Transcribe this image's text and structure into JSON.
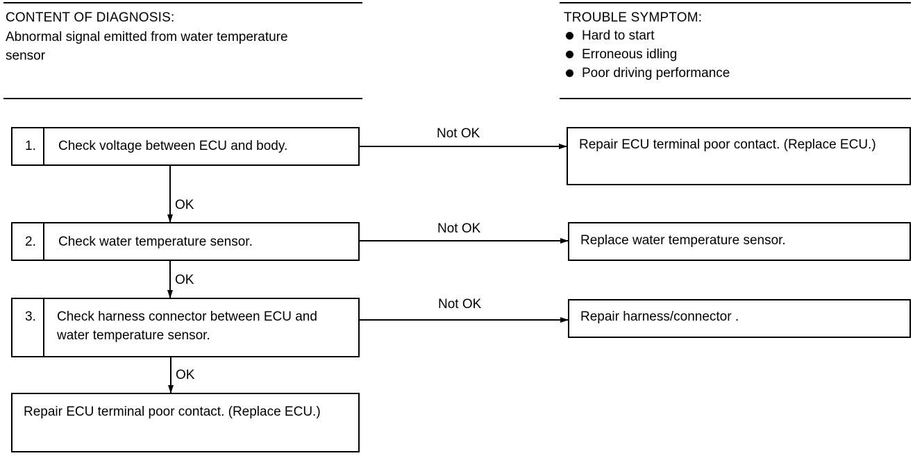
{
  "diagnosis": {
    "title": "CONTENT OF DIAGNOSIS:",
    "text": "Abnormal signal emitted from water temperature\nsensor"
  },
  "symptom": {
    "title": "TROUBLE SYMPTOM:",
    "items": [
      "Hard to start",
      "Erroneous idling",
      "Poor driving performance"
    ]
  },
  "steps": [
    {
      "number": "1.",
      "text": "Check voltage between ECU and body."
    },
    {
      "number": "2.",
      "text": "Check water temperature sensor."
    },
    {
      "number": "3.",
      "text": "Check harness connector between ECU and water temperature sensor."
    }
  ],
  "actions": [
    "Repair ECU terminal poor contact. (Replace ECU.)",
    "Replace water temperature sensor.",
    "Repair harness/connector ."
  ],
  "final_action": "Repair ECU terminal poor contact. (Replace ECU.)",
  "labels": {
    "ok": "OK",
    "not_ok": "Not OK"
  }
}
